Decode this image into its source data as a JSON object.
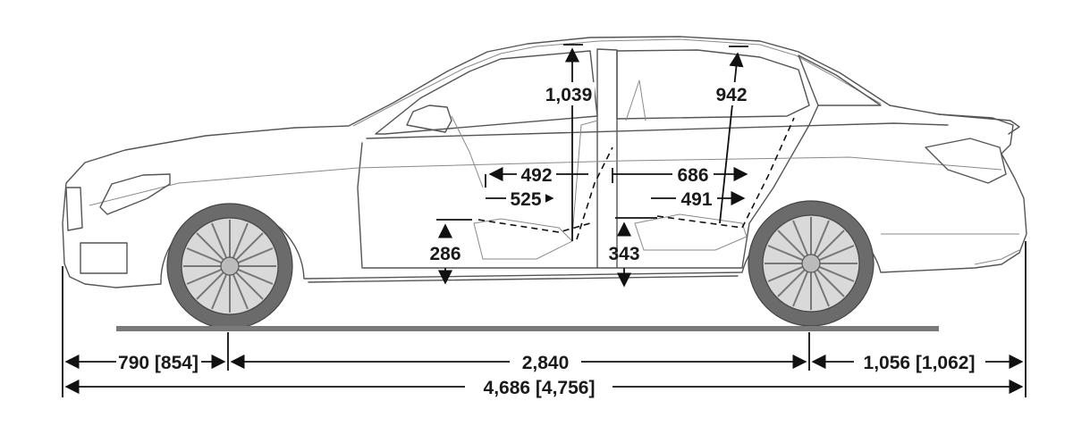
{
  "dimensions": {
    "front_overhang": "790 [854]",
    "wheelbase": "2,840",
    "rear_overhang": "1,056 [1,062]",
    "overall_length": "4,686 [4,756]",
    "front_headroom": "1,039",
    "rear_headroom": "942",
    "front_legroom_upper": "492",
    "front_legroom_lower": "525",
    "rear_legroom_upper": "686",
    "rear_legroom_lower": "491",
    "front_seat_height": "286",
    "rear_seat_height": "343"
  },
  "colors": {
    "line": "#111111",
    "car_outline": "#555555",
    "tire": "#6b6b6b",
    "ground": "#7a7a7a"
  }
}
